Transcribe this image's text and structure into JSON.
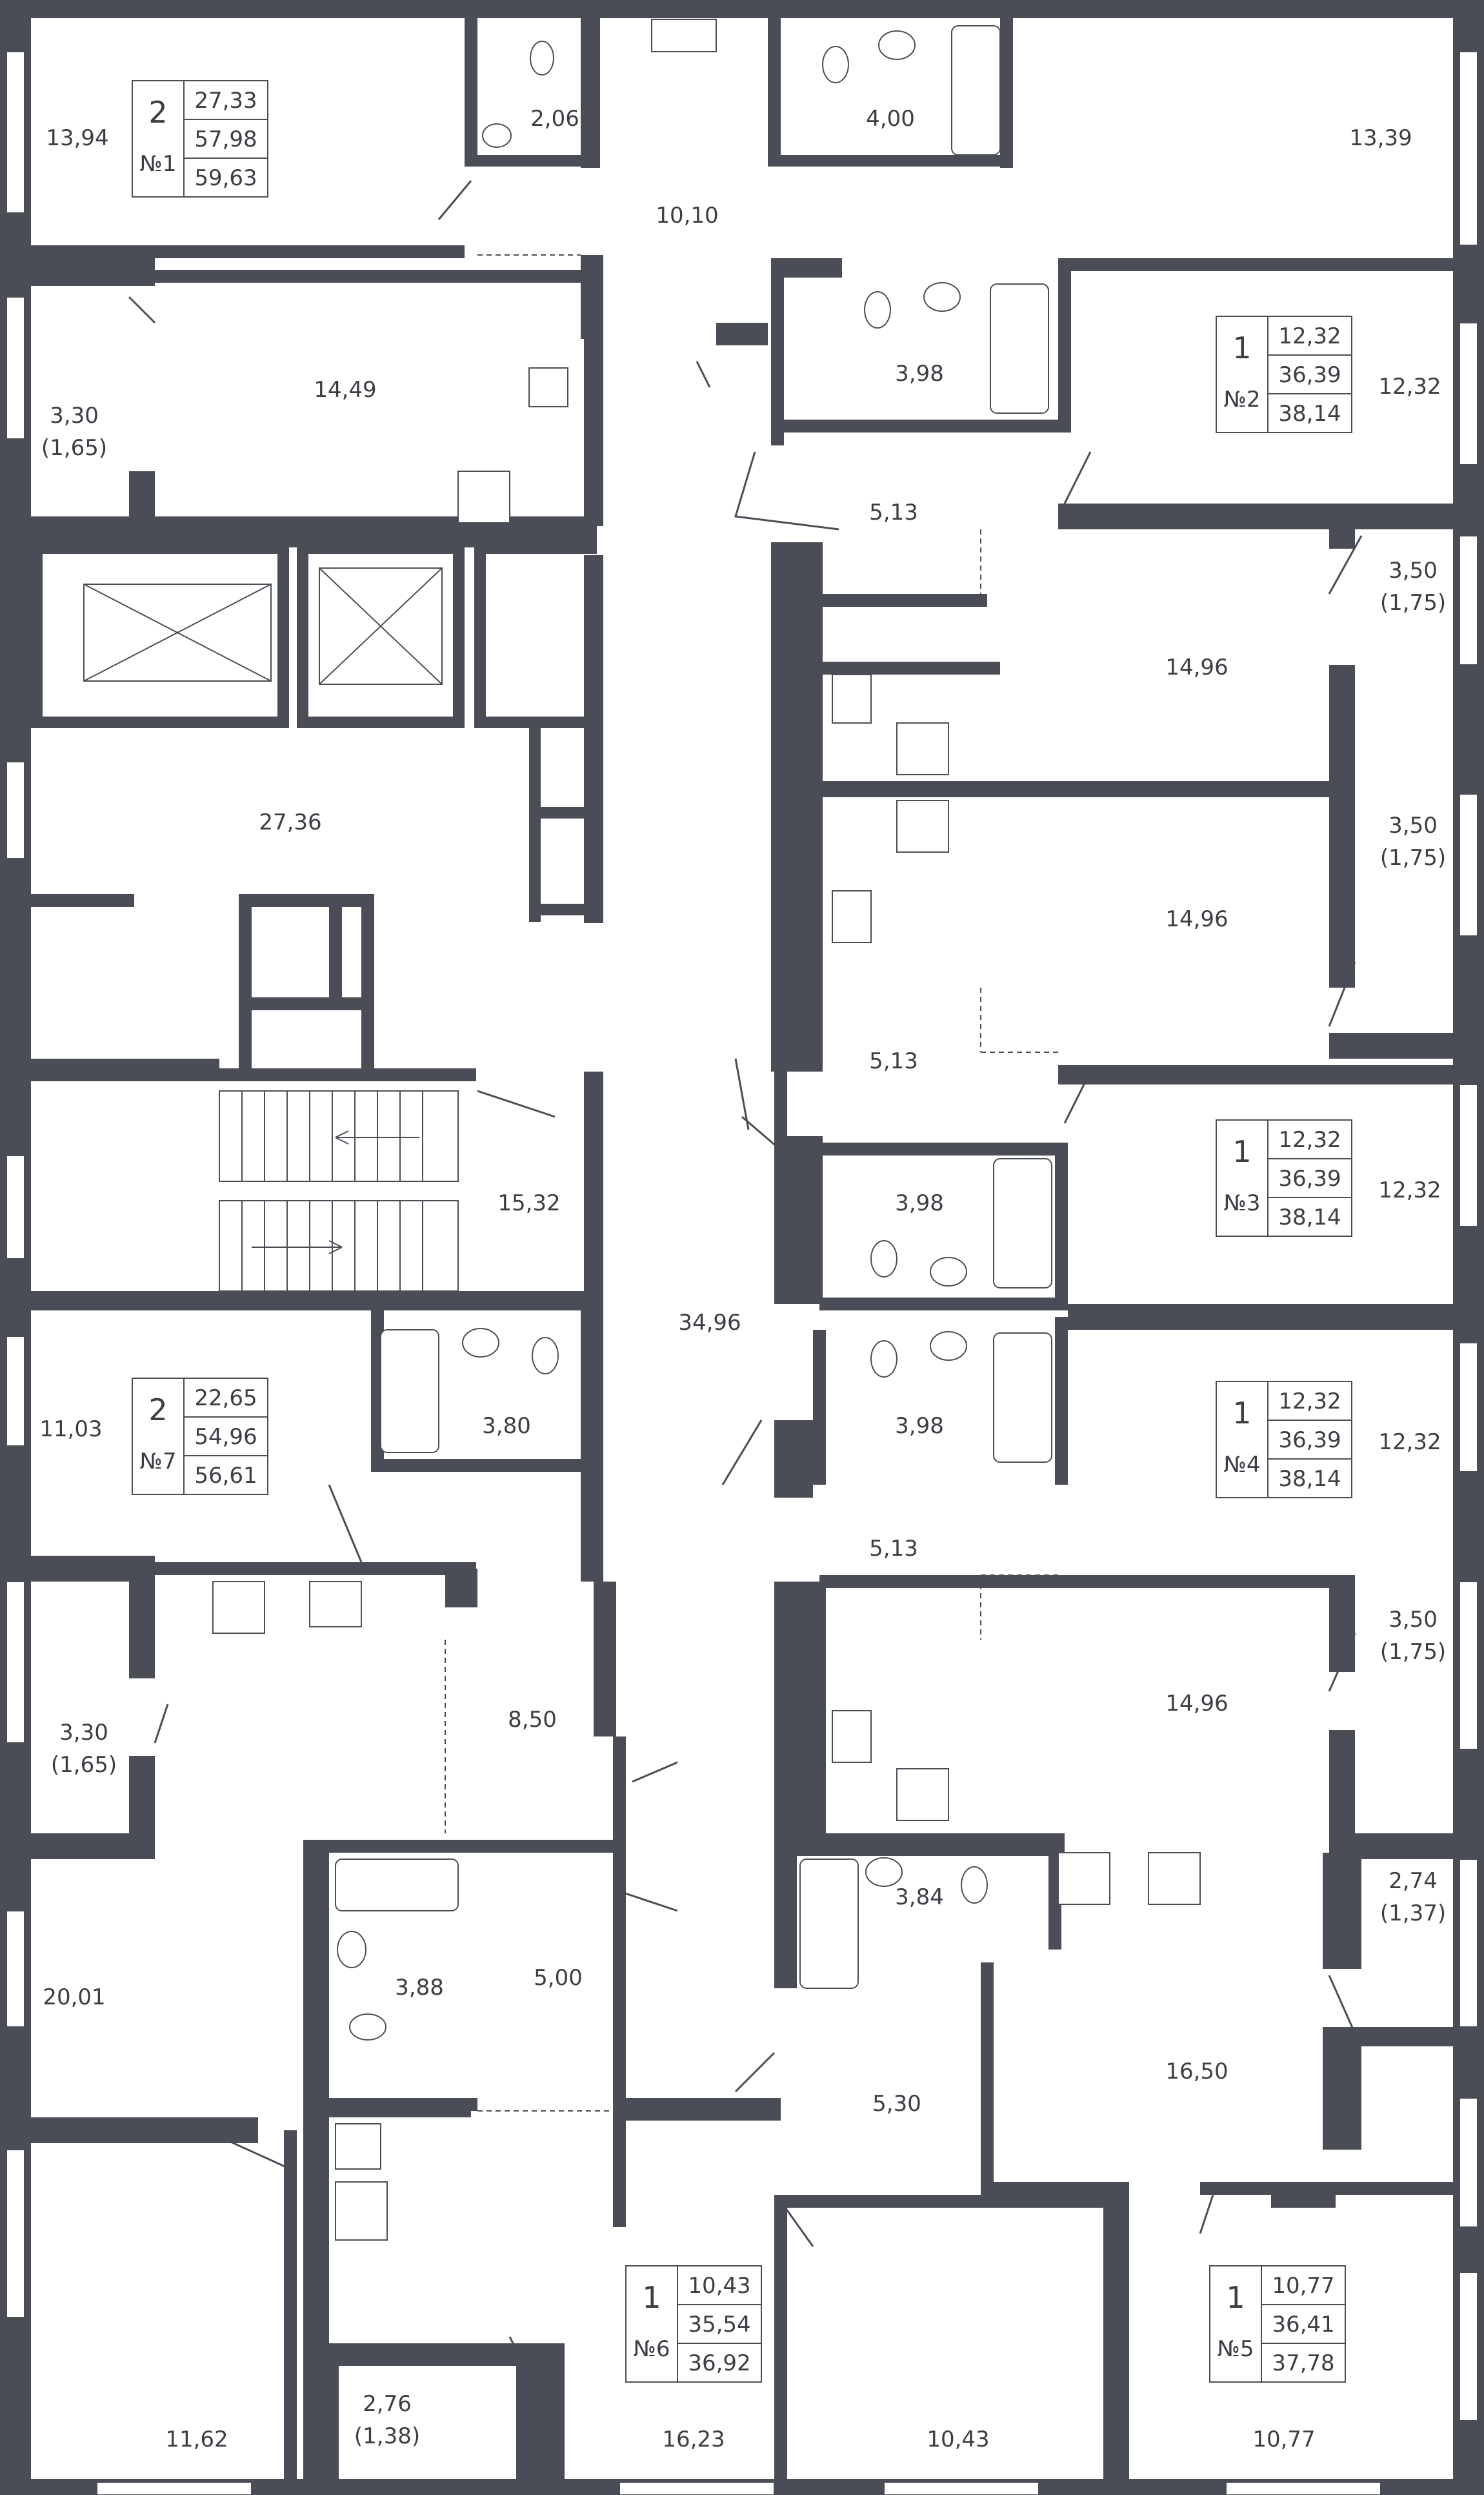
{
  "rooms": {
    "r1394": "13,94",
    "r206": "2,06",
    "r400": "4,00",
    "r1339": "13,39",
    "r1010": "10,10",
    "r1449": "14,49",
    "r330a": "3,30",
    "r165a": "(1,65)",
    "r398a": "3,98",
    "r1232a": "12,32",
    "r513a": "5,13",
    "r350a": "3,50",
    "r175a": "(1,75)",
    "r1496a": "14,96",
    "r2736": "27,36",
    "r350b": "3,50",
    "r175b": "(1,75)",
    "r1496b": "14,96",
    "r513b": "5,13",
    "r1532": "15,32",
    "r398b": "3,98",
    "r1232b": "12,32",
    "r3496": "34,96",
    "r1103": "11,03",
    "r380": "3,80",
    "r398c": "3,98",
    "r1232c": "12,32",
    "r513c": "5,13",
    "r850": "8,50",
    "r330b": "3,30",
    "r165b": "(1,65)",
    "r350c": "3,50",
    "r175c": "(1,75)",
    "r1496c": "14,96",
    "r2001": "20,01",
    "r388": "3,88",
    "r500": "5,00",
    "r384": "3,84",
    "r274": "2,74",
    "r137": "(1,37)",
    "r1650": "16,50",
    "r530": "5,30",
    "r1162": "11,62",
    "r276": "2,76",
    "r138": "(1,38)",
    "r1623": "16,23",
    "r1043": "10,43",
    "r1077": "10,77"
  },
  "apartments": [
    {
      "rooms": "2",
      "no": "№1",
      "living": "27,33",
      "total": "57,98",
      "gross": "59,63"
    },
    {
      "rooms": "1",
      "no": "№2",
      "living": "12,32",
      "total": "36,39",
      "gross": "38,14"
    },
    {
      "rooms": "1",
      "no": "№3",
      "living": "12,32",
      "total": "36,39",
      "gross": "38,14"
    },
    {
      "rooms": "1",
      "no": "№4",
      "living": "12,32",
      "total": "36,39",
      "gross": "38,14"
    },
    {
      "rooms": "1",
      "no": "№5",
      "living": "10,77",
      "total": "36,41",
      "gross": "37,78"
    },
    {
      "rooms": "1",
      "no": "№6",
      "living": "10,43",
      "total": "35,54",
      "gross": "36,92"
    },
    {
      "rooms": "2",
      "no": "№7",
      "living": "22,65",
      "total": "54,96",
      "gross": "56,61"
    }
  ]
}
